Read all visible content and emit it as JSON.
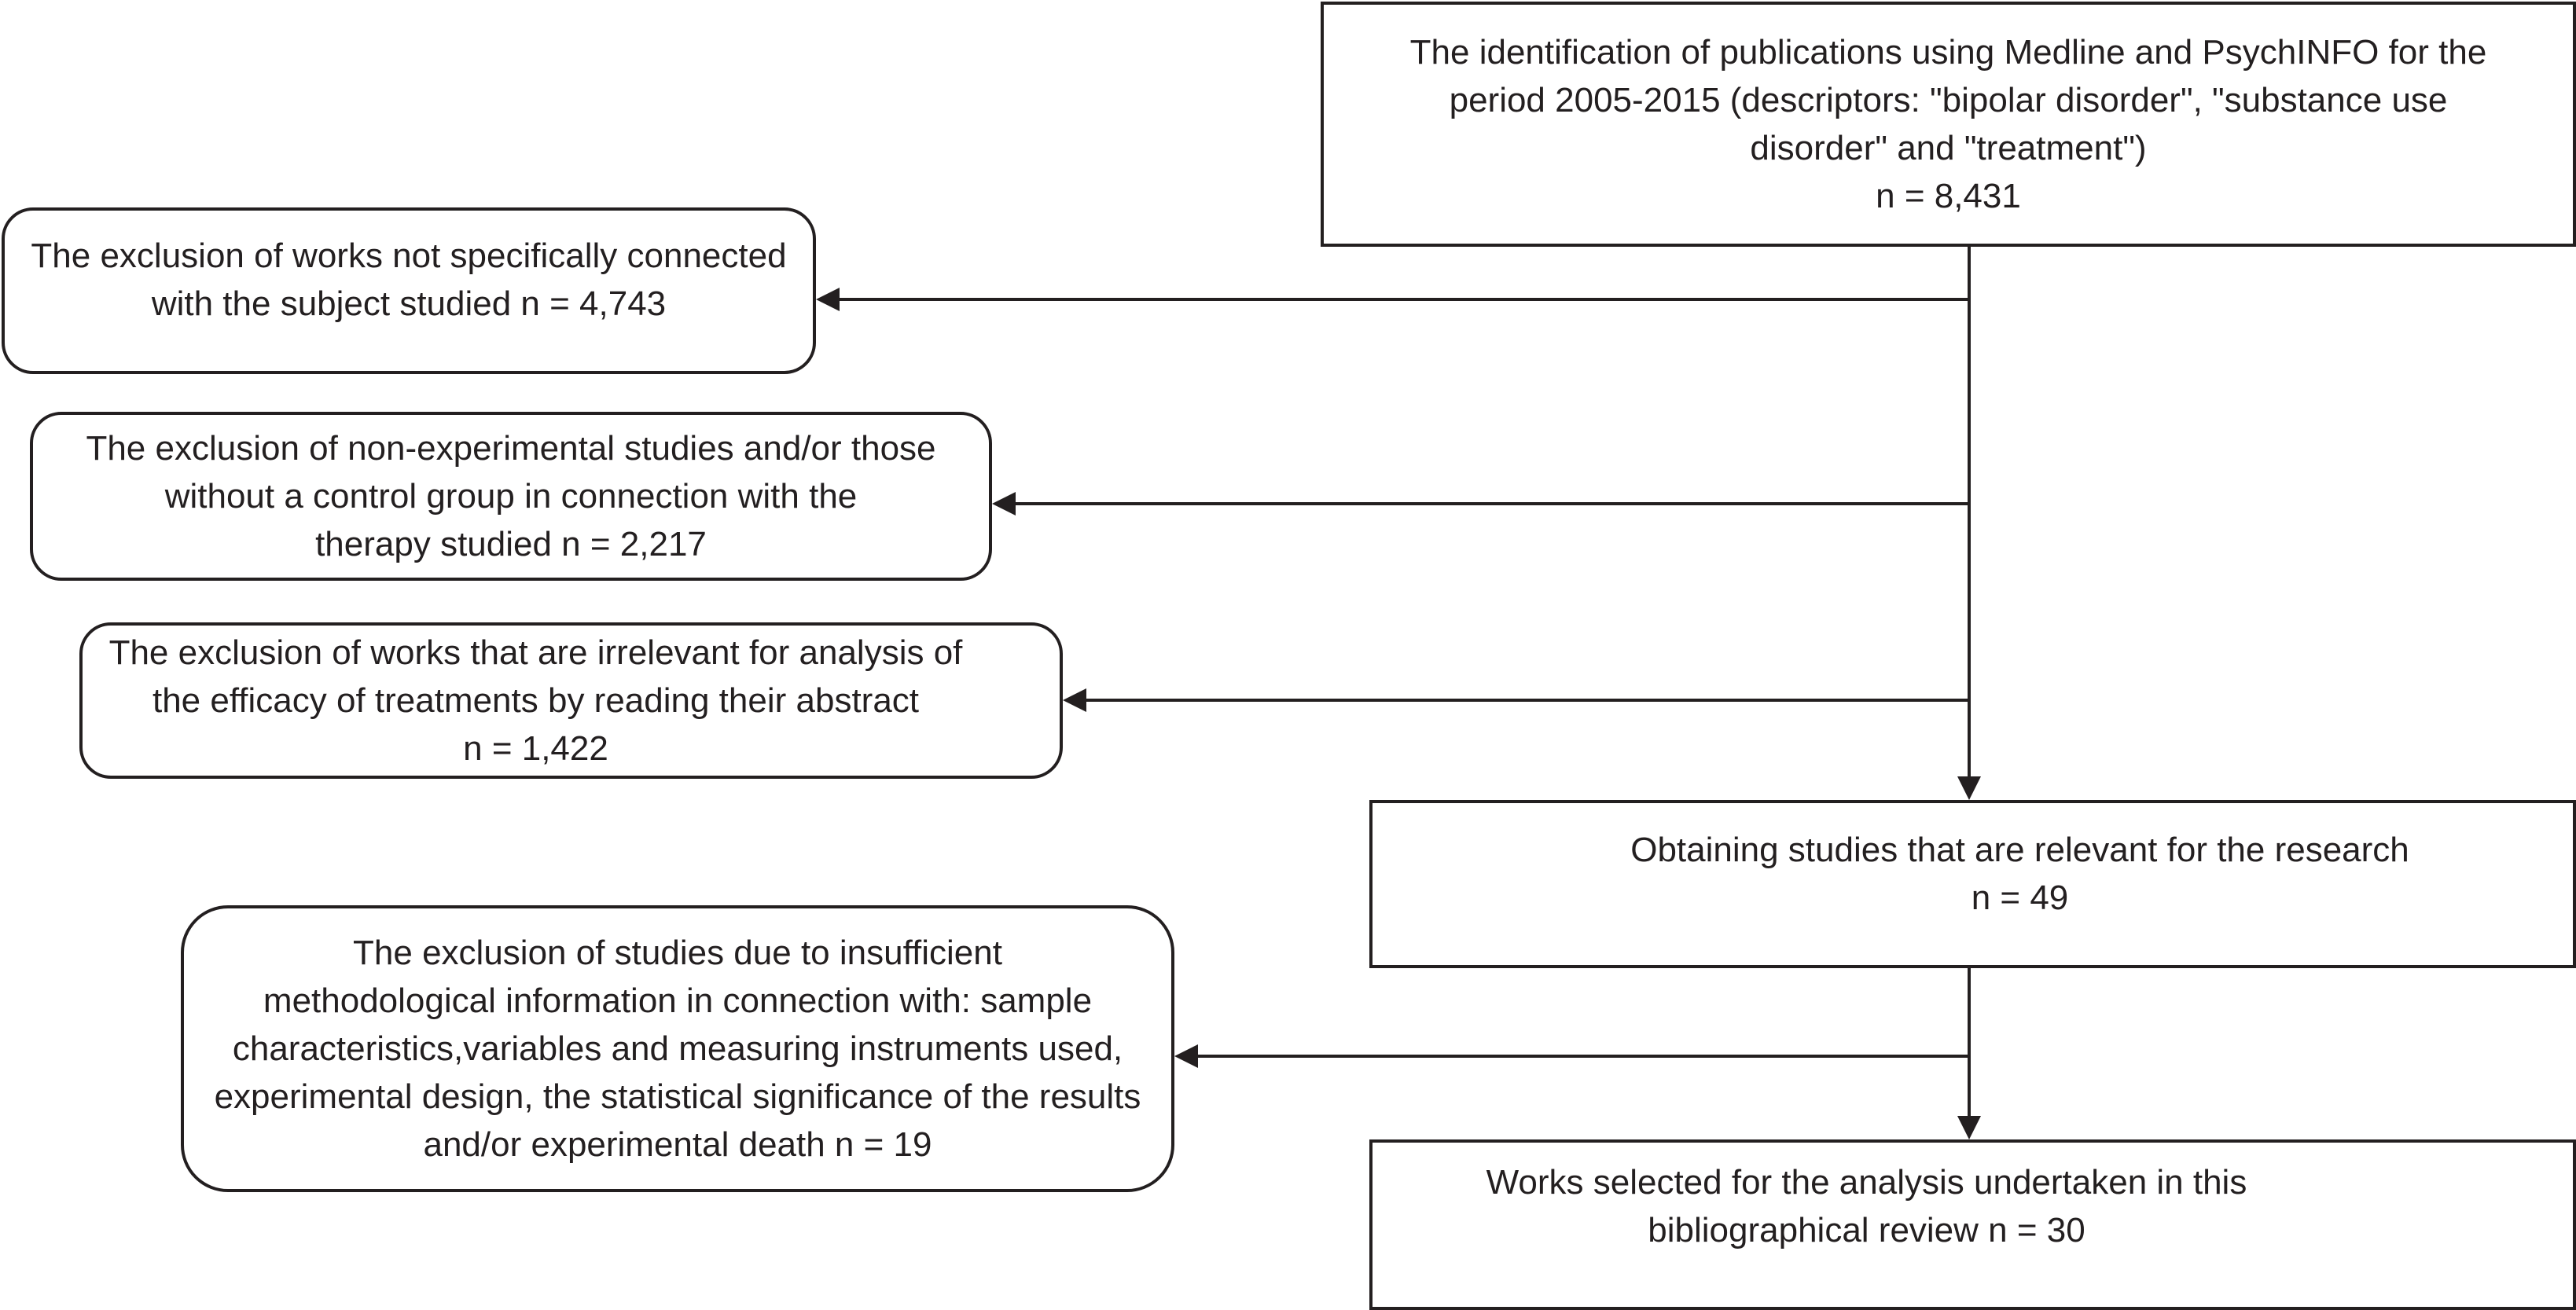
{
  "diagram": {
    "identification": {
      "lines": [
        "The identification of publications using Medline and PsychINFO for the",
        "period 2005-2015 (descriptors: \"bipolar disorder\", \"substance use",
        "disorder\" and \"treatment\")",
        "n = 8,431"
      ]
    },
    "exclusion_1": {
      "lines": [
        "The exclusion of works not specifically connected",
        "with the subject studied n = 4,743"
      ]
    },
    "exclusion_2": {
      "lines": [
        "The exclusion of non-experimental studies and/or those",
        "without a control group in connection with the",
        "therapy studied n = 2,217"
      ]
    },
    "exclusion_3": {
      "lines": [
        "The exclusion of works that are irrelevant for analysis of",
        "the efficacy of treatments by reading their abstract",
        "n = 1,422"
      ]
    },
    "relevant": {
      "lines": [
        "Obtaining studies that are relevant for the research",
        "n = 49"
      ]
    },
    "exclusion_4": {
      "lines": [
        "The exclusion of studies due to insufficient",
        "methodological information in connection with: sample",
        "characteristics,variables and measuring instruments used,",
        "experimental design, the statistical significance of the results",
        "and/or experimental death n = 19"
      ]
    },
    "selected": {
      "lines": [
        "Works selected for the analysis undertaken in this",
        "bibliographical review n = 30"
      ]
    },
    "colors": {
      "stroke": "#231f20",
      "background": "#ffffff"
    }
  }
}
